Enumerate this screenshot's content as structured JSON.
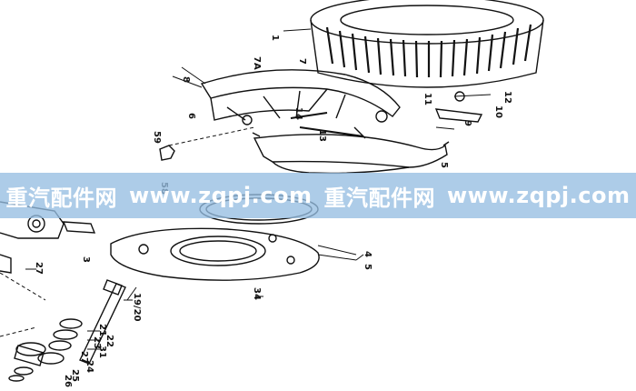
{
  "diagram": {
    "labels": [
      "1",
      "7A",
      "8",
      "7",
      "11",
      "12",
      "10",
      "6",
      "14",
      "13",
      "9",
      "59",
      "5",
      "58",
      "4",
      "5",
      "3",
      "27",
      "34",
      "19/20",
      "21",
      "22",
      "23",
      "31",
      "24",
      "25",
      "26",
      "27"
    ]
  },
  "watermark": {
    "segments": [
      "重汽配件网",
      "www.zqpj.com",
      "重汽配件网",
      "www.zqpj.com"
    ]
  },
  "colors": {
    "ink": "#111111",
    "band": "#96bee1",
    "band_text": "#ffffff"
  }
}
